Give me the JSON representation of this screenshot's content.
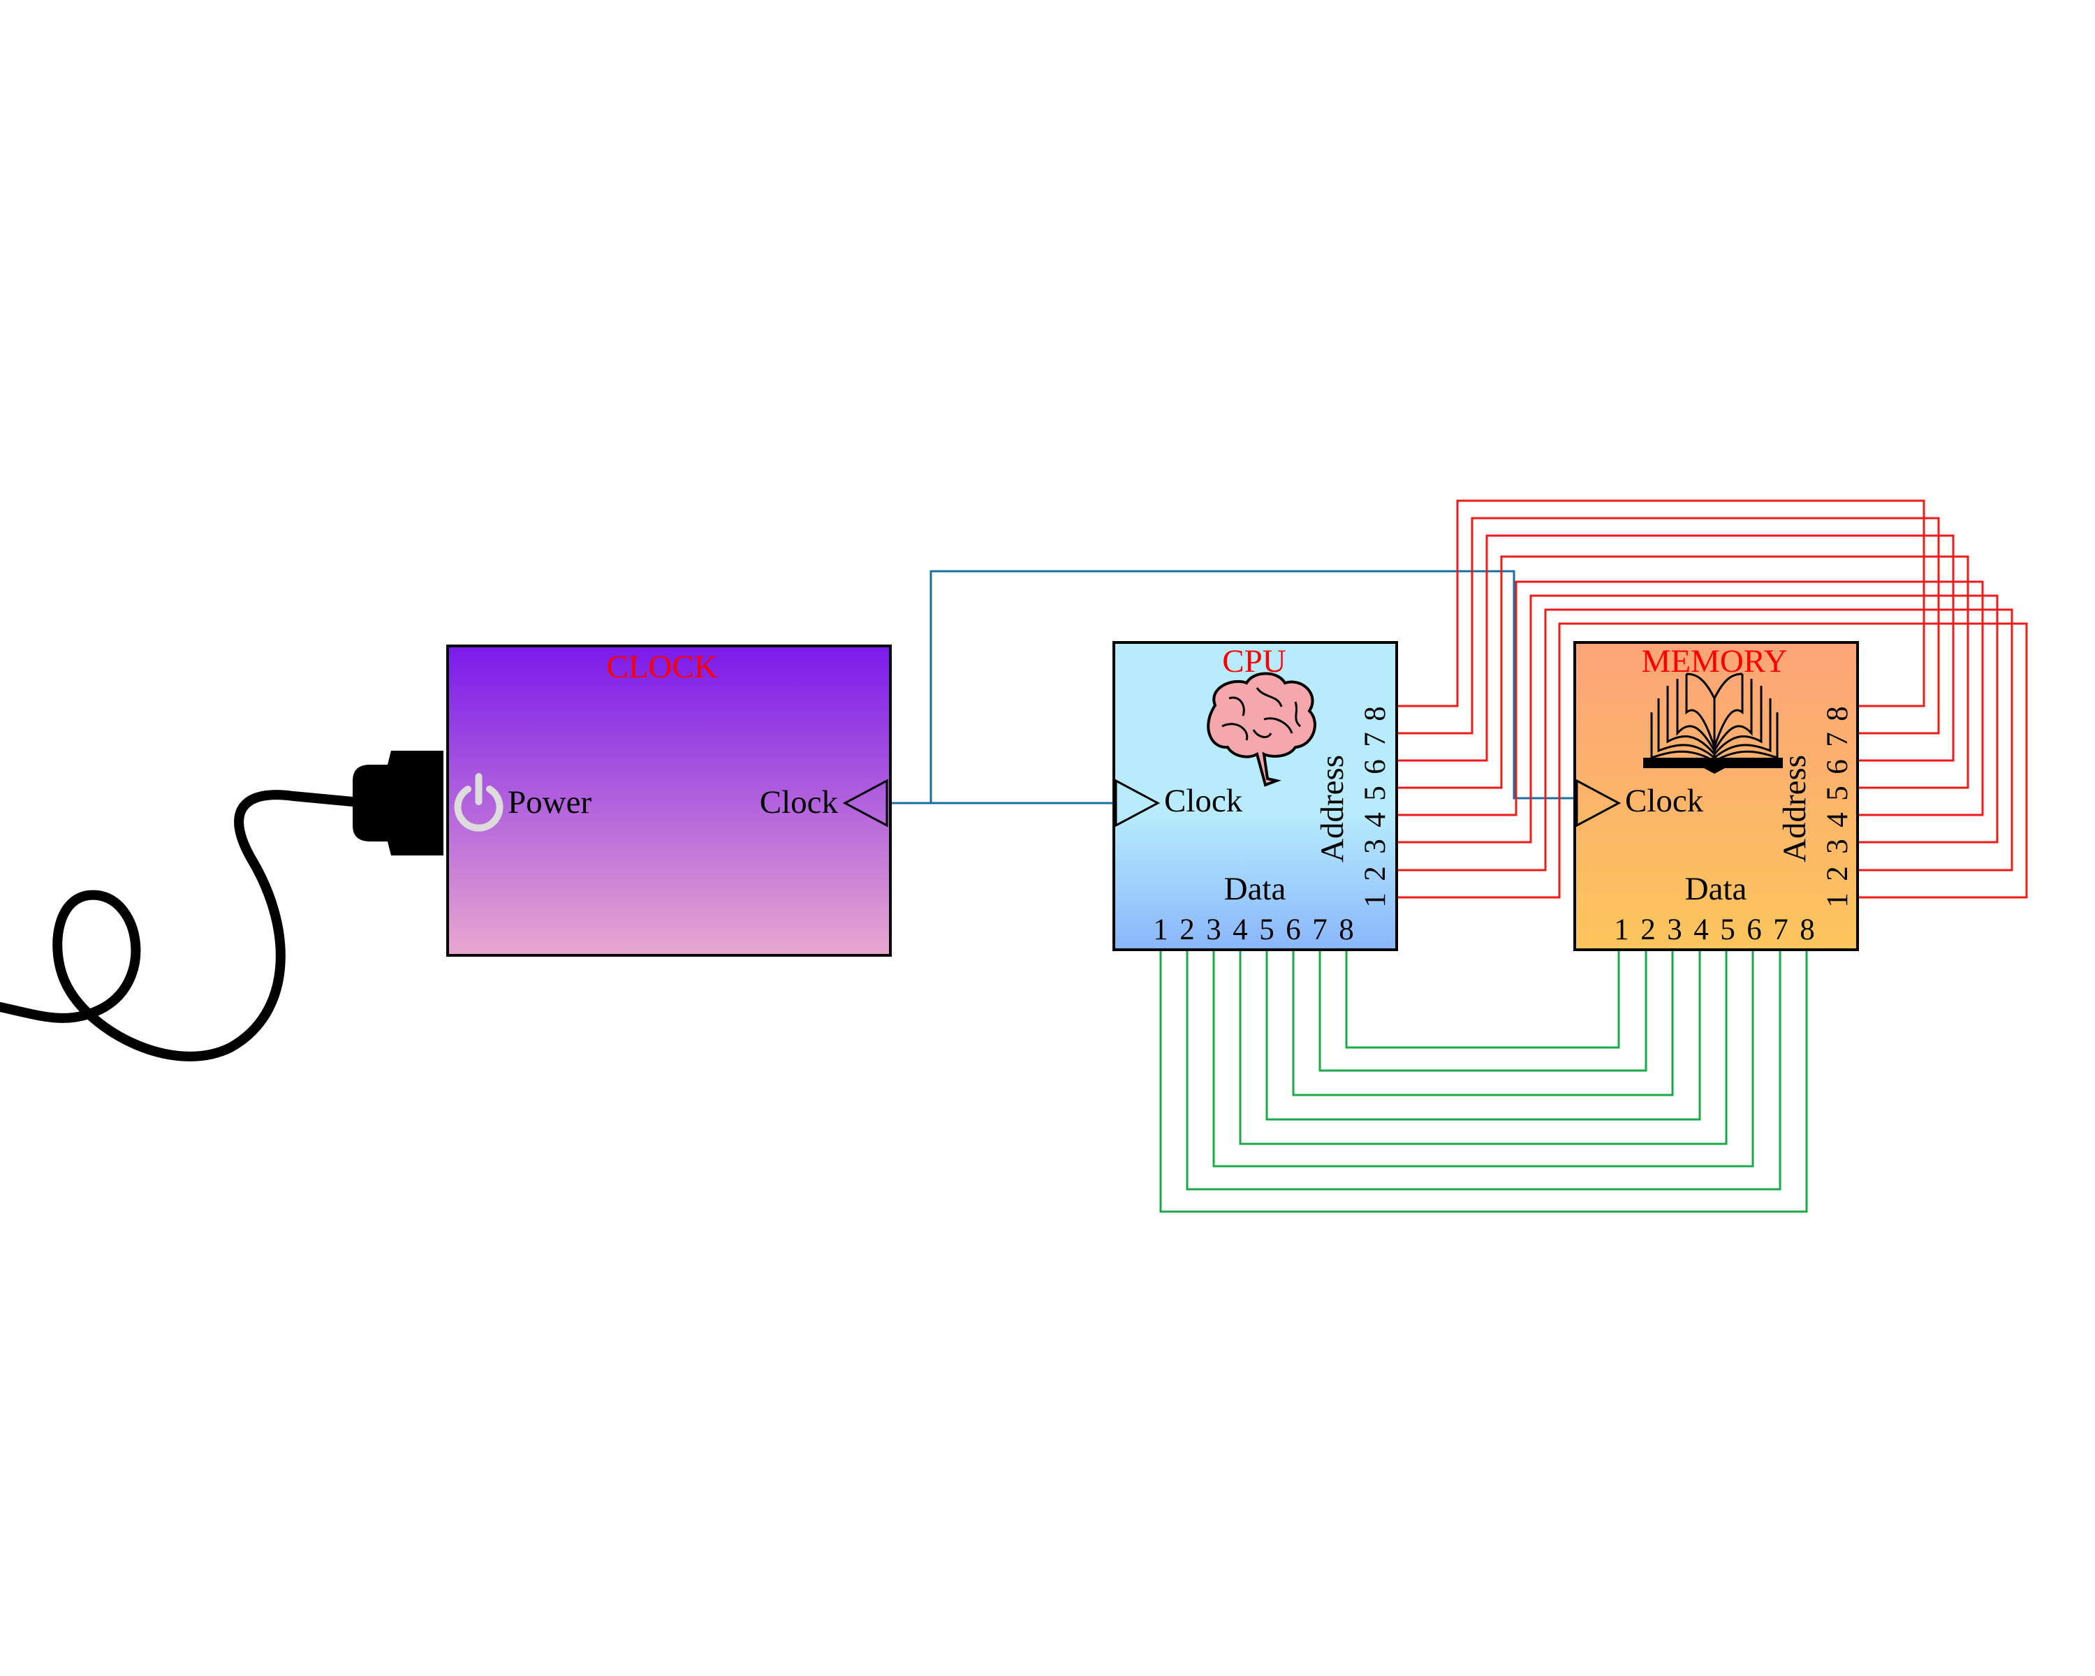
{
  "colors": {
    "title": "#ff0000",
    "clock_wire": "#1a6fa0",
    "address_wire": "#ee1b1b",
    "data_wire": "#1aa84a",
    "clock_top": "#7a1aeb",
    "clock_bottom": "#e8a8cf",
    "cpu_top": "#b8ecfc",
    "cpu_bottom": "#8ab6fb",
    "mem_top": "#fca478",
    "mem_bottom": "#fcc55c"
  },
  "clock_block": {
    "title": "CLOCK",
    "power_label": "Power",
    "clock_label": "Clock",
    "power_icon": "power-icon",
    "plug_icon": "power-plug-icon"
  },
  "cpu_block": {
    "title": "CPU",
    "clock_label": "Clock",
    "address_label": "Address",
    "data_label": "Data",
    "icon": "brain-icon",
    "address_pins": [
      "1",
      "2",
      "3",
      "4",
      "5",
      "6",
      "7",
      "8"
    ],
    "data_pins": [
      "1",
      "2",
      "3",
      "4",
      "5",
      "6",
      "7",
      "8"
    ]
  },
  "memory_block": {
    "title": "MEMORY",
    "clock_label": "Clock",
    "address_label": "Address",
    "data_label": "Data",
    "icon": "open-book-icon",
    "address_pins": [
      "1",
      "2",
      "3",
      "4",
      "5",
      "6",
      "7",
      "8"
    ],
    "data_pins": [
      "1",
      "2",
      "3",
      "4",
      "5",
      "6",
      "7",
      "8"
    ]
  }
}
